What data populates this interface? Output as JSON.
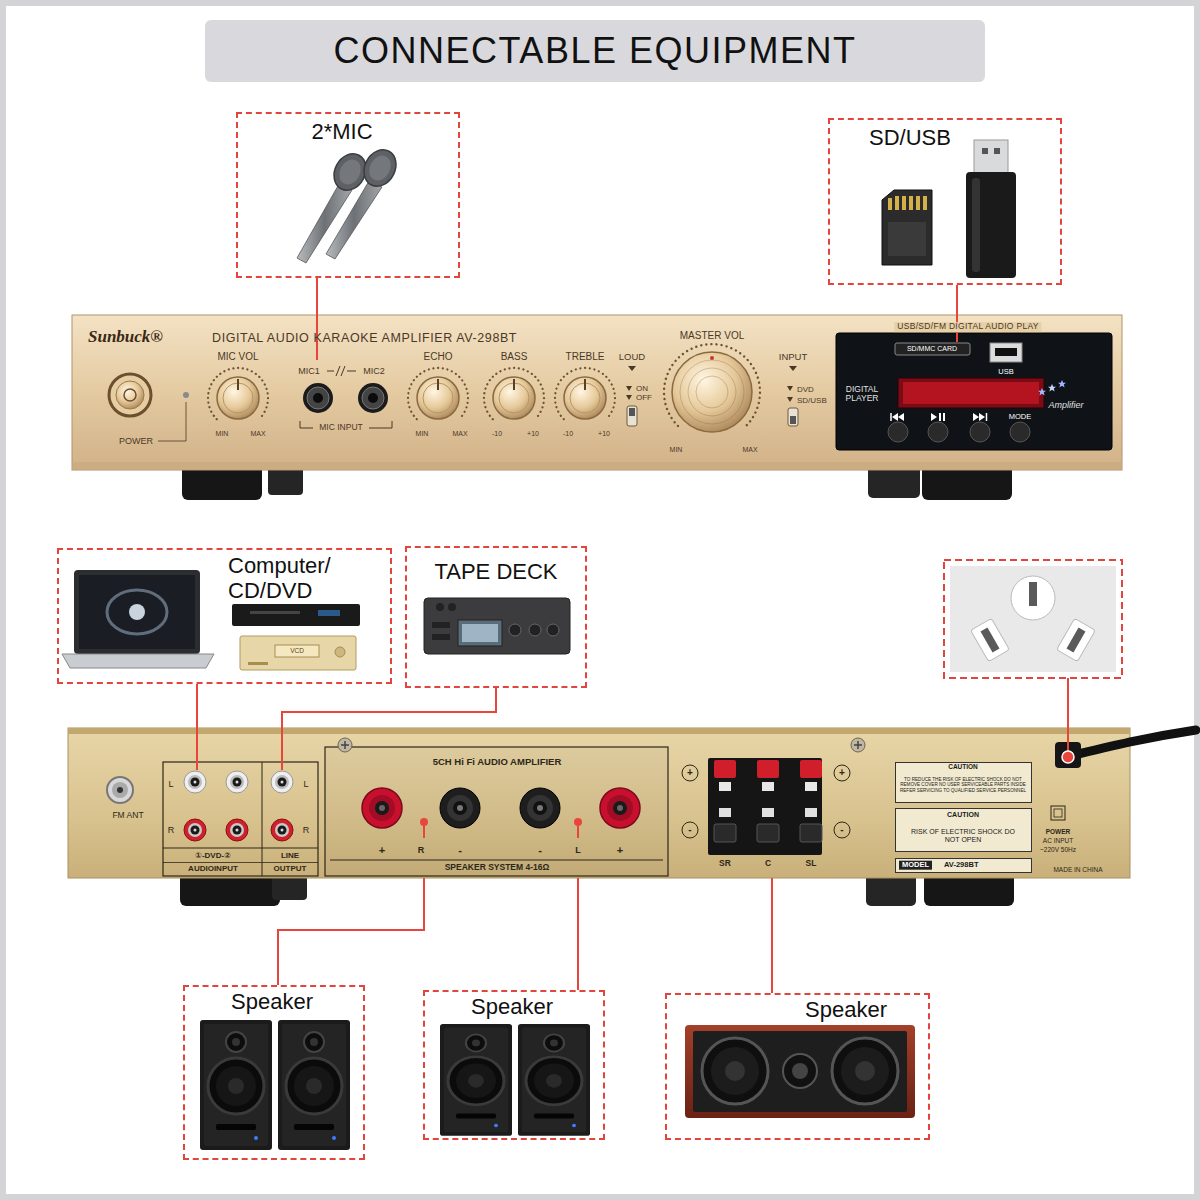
{
  "diagram": {
    "title": "CONNECTABLE EQUIPMENT",
    "nodes": [
      {
        "text": [
          "2*MIC"
        ]
      },
      {
        "text": [
          "SD/USB"
        ]
      },
      {
        "text": [
          "Sunbuck®",
          "DIGITAL AUDIO KARAOKE AMPLIFIER AV-298BT",
          "POWER",
          "MIC VOL",
          "MIN",
          "MAX",
          "MIC1",
          "MIC2",
          "MIC INPUT",
          "ECHO",
          "MIN",
          "MAX",
          "BASS",
          "-10",
          "+10",
          "TREBLE",
          "-10",
          "+10",
          "LOUD",
          "ON",
          "OFF",
          "MASTER VOL",
          "MIN",
          "MAX",
          "INPUT",
          "DVD",
          "SD/USB"
        ]
      },
      {
        "text": [
          "USB/SD/FM DIGITAL AUDIO PLAY",
          "SD/MMC CARD",
          "USB",
          "DIGITAL PLAYER",
          "Amplifier",
          "MODE"
        ],
        "in": 2
      },
      {
        "text": [
          "Computer/ CD/DVD"
        ]
      },
      {
        "text": [
          "TAPE DECK"
        ]
      },
      {
        "text": [
          "FM ANT",
          "L",
          "R",
          "L",
          "R",
          "①-DVD-②",
          "LINE",
          "AUDIOINPUT",
          "OUTPUT",
          "5CH Hi Fi AUDIO AMPLIFIER",
          "+",
          "R",
          "-",
          "-",
          "L",
          "+",
          "SPEAKER SYSTEM 4-16Ω",
          "+",
          "-",
          "+",
          "-",
          "SR",
          "C",
          "SL",
          "POWER",
          "AC INPUT",
          "~220V 50Hz",
          "MADE IN CHINA"
        ]
      },
      {
        "text": [
          "CAUTION",
          "TO REDUCE THE RISK OF ELECTRIC SHOCK DO NOT REMOVE COVER NO USER SERVICEABLE PARTS INSIDE REFER SERVICING TO QUALIFIED SERVICE PERSONNEL"
        ],
        "in": 6
      },
      {
        "text": [
          "CAUTION",
          "RISK OF ELECTRIC SHOCK DO NOT OPEN"
        ],
        "in": 6
      },
      {
        "text": [
          "MODEL",
          "AV-298BT"
        ],
        "in": 6
      },
      {
        "text": [
          "Speaker"
        ]
      },
      {
        "text": [
          "Speaker"
        ]
      },
      {
        "text": [
          "Speaker"
        ]
      }
    ],
    "edges": [
      {
        "from": 0,
        "to": 2,
        "arrow": "none"
      },
      {
        "from": 1,
        "to": 3,
        "arrow": "none"
      },
      {
        "from": 4,
        "to": 6,
        "arrow": "none"
      },
      {
        "from": 5,
        "to": 6,
        "arrow": "none"
      },
      {
        "from": 10,
        "to": 6,
        "arrow": "none"
      },
      {
        "from": 11,
        "to": 6,
        "arrow": "none"
      },
      {
        "from": 12,
        "to": 6,
        "arrow": "none"
      }
    ],
    "labels": [
      "VCD"
    ]
  }
}
